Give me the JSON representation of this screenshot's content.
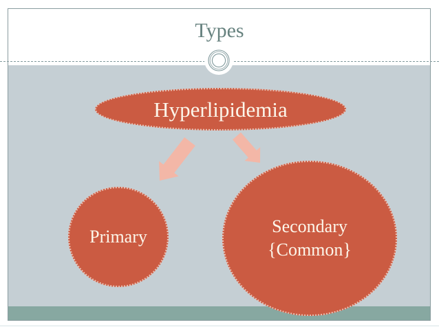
{
  "slide": {
    "title": "Types",
    "diagram": {
      "root_label": "Hyperlipidemia",
      "primary_label": "Primary",
      "secondary_label": "Secondary",
      "secondary_sublabel": "{Common}"
    },
    "colors": {
      "shape_orange": "#cb5b42",
      "arrow_salmon": "#f3b7a7",
      "panel_gray_blue": "#c5cfd4",
      "footer_band_teal": "#87a8a1",
      "title_text_teal": "#67827f",
      "frame_border": "#8a9c9f",
      "shape_text_cream": "#fcf6ea"
    }
  }
}
